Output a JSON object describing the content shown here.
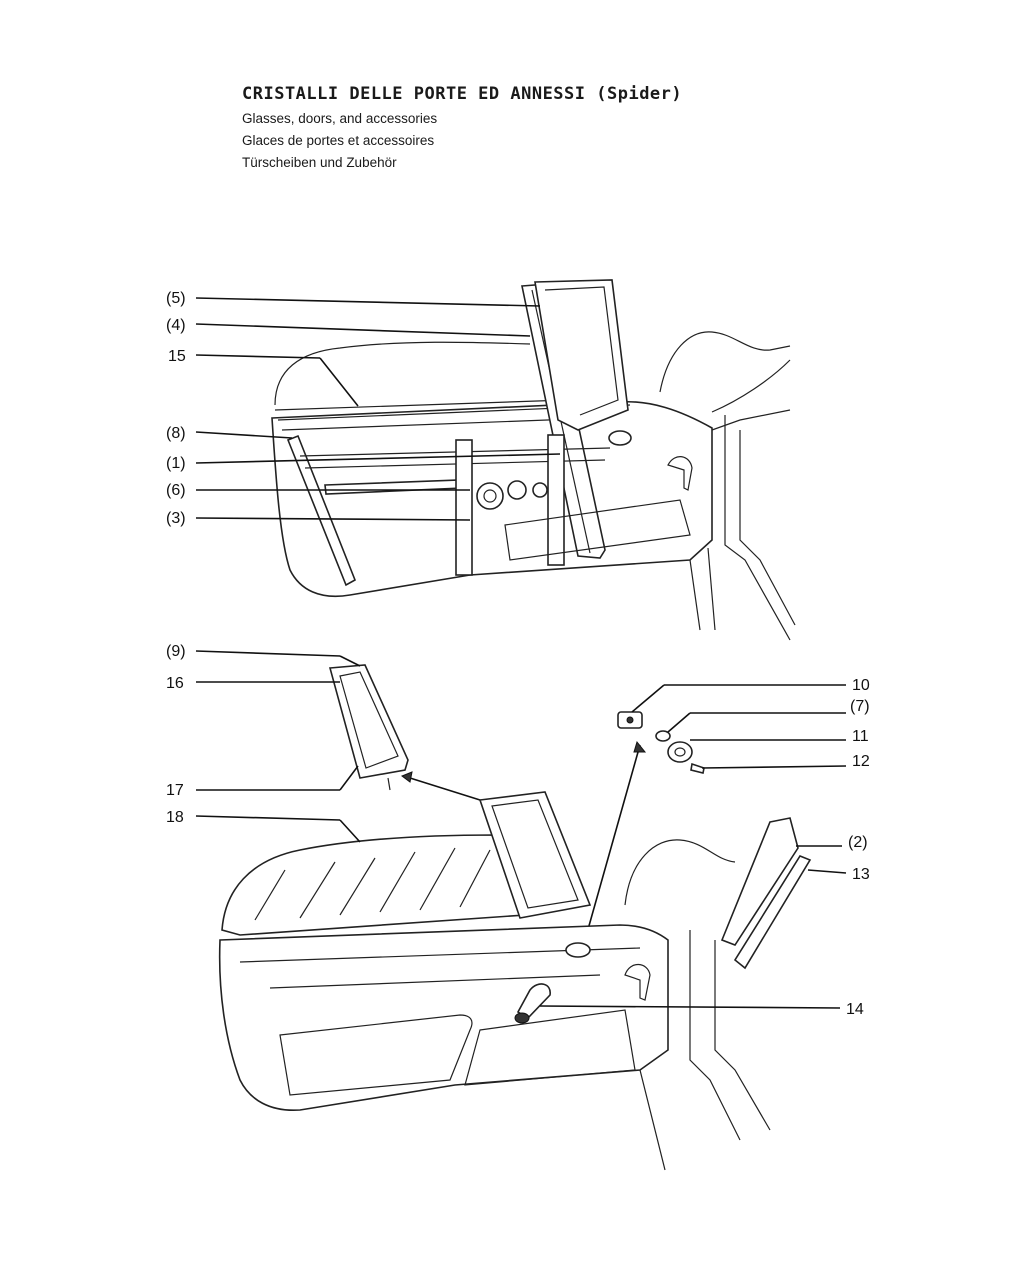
{
  "header": {
    "title_it": "CRISTALLI DELLE PORTE ED ANNESSI (Spider)",
    "title_en": "Glasses, doors, and accessories",
    "title_fr": "Glaces de portes et accessoires",
    "title_de": "Türscheiben und Zubehör"
  },
  "callouts": {
    "p5": "(5)",
    "p4": "(4)",
    "p15": "15",
    "p8": "(8)",
    "p1": "(1)",
    "p6": "(6)",
    "p3": "(3)",
    "p9": "(9)",
    "p16": "16",
    "p17": "17",
    "p18": "18",
    "p10": "10",
    "p7": "(7)",
    "p11": "11",
    "p12": "12",
    "p2": "(2)",
    "p13": "13",
    "p14": "14"
  }
}
